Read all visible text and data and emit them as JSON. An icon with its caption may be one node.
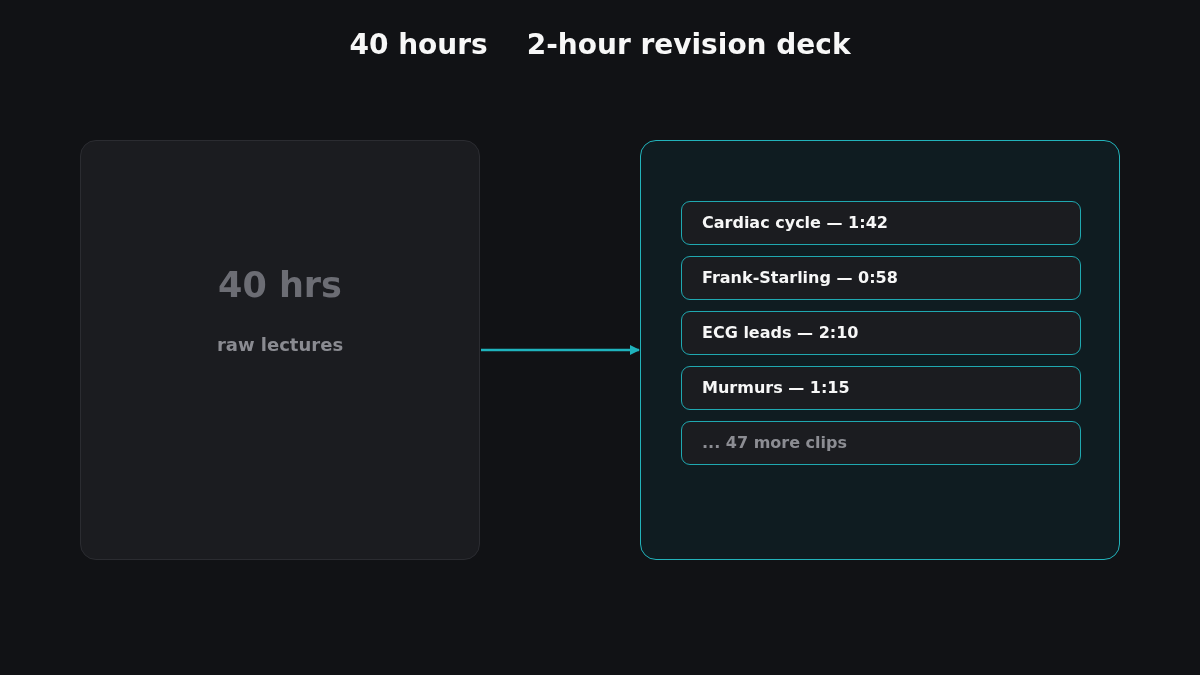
{
  "diagram": {
    "title": "40 hours    2-hour revision deck",
    "nodes": [
      {
        "text": [
          "40 hrs",
          "raw lectures"
        ]
      },
      {
        "text": [],
        "shape": "box"
      },
      {
        "text": [
          "Cardiac cycle — 1:42"
        ],
        "in": 1
      },
      {
        "text": [
          "Frank-Starling — 0:58"
        ],
        "in": 1
      },
      {
        "text": [
          "ECG leads — 2:10"
        ],
        "in": 1
      },
      {
        "text": [
          "Murmurs — 1:15"
        ],
        "in": 1
      },
      {
        "text": [
          "... 47 more clips"
        ],
        "in": 1
      }
    ],
    "edges": [
      {
        "from": 0,
        "to": 1,
        "arrow": "to"
      }
    ]
  }
}
